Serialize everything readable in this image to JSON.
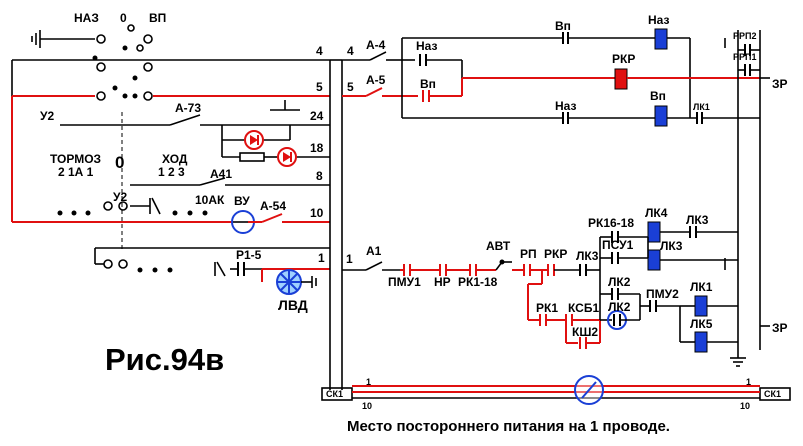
{
  "figure_caption": "Рис.94в",
  "footer_note": "Место постороннего питания на 1 проводе.",
  "colors": {
    "fault_wire": "#e01010",
    "coil_blue": "#1a3fd6",
    "coil_red": "#e01010",
    "marker": "#1a3fd6"
  },
  "controller": {
    "position_labels": {
      "naz": "НАЗ",
      "zero": "0",
      "vp": "ВП"
    },
    "label_u2_top": "У2",
    "label_u2_mid": "У2",
    "label_tormoz": "ТОРМОЗ",
    "label_hod": "ХОД",
    "tormoz_positions": "2 1А 1",
    "zero_label": "0",
    "hod_positions": "1 2 3"
  },
  "wires": {
    "w4": "4",
    "w5": "5",
    "w24": "24",
    "w18": "18",
    "w8": "8",
    "w10": "10",
    "w1": "1",
    "w4r": "4",
    "w5r": "5",
    "w1r": "1"
  },
  "left_labels": {
    "a73": "А-73",
    "a41": "А41",
    "ak10": "10АК",
    "vu": "ВУ",
    "a54": "А-54",
    "r15": "Р1-5",
    "lvd": "ЛВД"
  },
  "right_labels": {
    "a4": "А-4",
    "a5": "А-5",
    "naz1": "Наз",
    "vp1": "Вп",
    "vp_top": "Вп",
    "naz_coil": "Наз",
    "rkr_coil": "РКР",
    "naz_bot": "Наз",
    "vp_coil": "Вп",
    "lk1_top": "ЛК1",
    "rrp2": "РРП2",
    "rrp1": "РРП1",
    "zr_top": "ЗР",
    "a1": "А1",
    "pmu1": "ПМУ1",
    "nr": "НР",
    "rk118": "РК1-18",
    "avt": "АВТ",
    "rp": "РП",
    "rkr": "РКР",
    "lk3a": "ЛК3",
    "rk1618": "РК16-18",
    "psu1": "ПСУ1",
    "lk2a": "ЛК2",
    "lk4_coil": "ЛК4",
    "lk3_coil": "ЛК3",
    "lk3_cont": "ЛК3",
    "rk1": "РК1",
    "ksb1": "КСБ1",
    "ksh2": "КШ2",
    "lk2b": "ЛК2",
    "pmu2": "ПМУ2",
    "lk1_coil": "ЛК1",
    "lk5_coil": "ЛК5",
    "zr_bot": "ЗР"
  },
  "cable": {
    "left_tag": "СК1",
    "right_tag": "СК1",
    "w1_left": "1",
    "w10_left": "10",
    "w1_right": "1",
    "w10_right": "10"
  }
}
